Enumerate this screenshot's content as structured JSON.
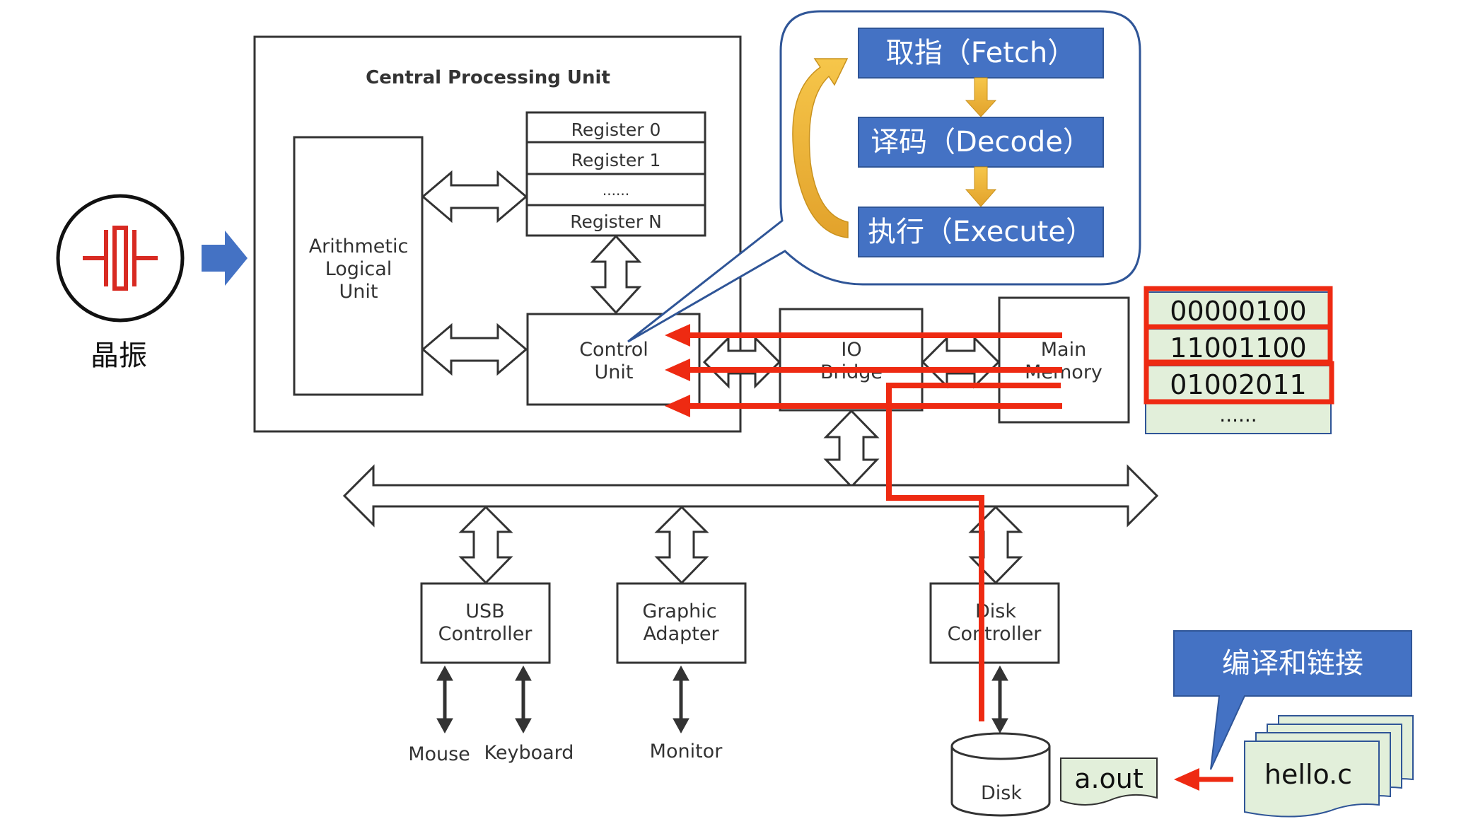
{
  "cpu": {
    "title": "Central Processing Unit",
    "alu": [
      "Arithmetic",
      "Logical",
      "Unit"
    ],
    "registers": [
      "Register 0",
      "Register 1",
      "......",
      "Register N"
    ],
    "control_unit": [
      "Control",
      "Unit"
    ]
  },
  "crystal": {
    "label": "晶振"
  },
  "pipeline": {
    "fetch": "取指（Fetch）",
    "decode": "译码（Decode）",
    "execute": "执行（Execute）"
  },
  "io_bridge": [
    "IO",
    "Bridge"
  ],
  "main_memory": [
    "Main",
    "Memory"
  ],
  "memory_cells": [
    "00000100",
    "11001100",
    "01002011",
    "......"
  ],
  "controllers": {
    "usb": [
      "USB",
      "Controller"
    ],
    "graphic": [
      "Graphic",
      "Adapter"
    ],
    "disk": [
      "Disk",
      "Controller"
    ]
  },
  "devices": {
    "mouse": "Mouse",
    "keyboard": "Keyboard",
    "monitor": "Monitor",
    "disk": "Disk"
  },
  "files": {
    "aout": "a.out",
    "helloc": "hello.c"
  },
  "callout": {
    "compile_link": "编译和链接"
  },
  "colors": {
    "accent_blue": "#4472c4",
    "red_path": "#ee2a12",
    "orange_arrow": "#f0b93a",
    "mem_cell_fill": "#e2efda",
    "crystal_red": "#d82a22"
  }
}
